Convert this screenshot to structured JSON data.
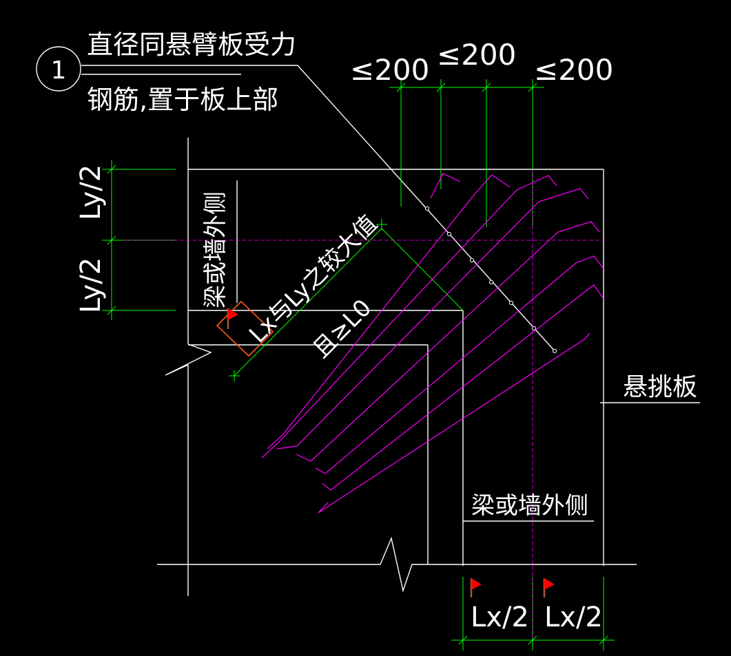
{
  "callout": {
    "number": "1",
    "line1": "直径同悬臂板受力",
    "line2": "钢筋,置于板上部"
  },
  "spacing": [
    "≤200",
    "≤200",
    "≤200"
  ],
  "dims": {
    "ly_half_top": "Ly/2",
    "ly_half_bottom": "Ly/2",
    "lx_half_left": "Lx/2",
    "lx_half_right": "Lx/2"
  },
  "labels": {
    "beam_wall_outer_vertical": "梁或墙外侧",
    "beam_wall_outer_horizontal": "梁或墙外侧",
    "cantilever_slab": "悬挑板",
    "lx_ly_max": "Lx与Ly之较大值",
    "length": "且≥L0"
  },
  "colors": {
    "background": "#000000",
    "outline": "#ffffff",
    "dimension": "#00ff00",
    "rebar": "#ff00ff",
    "flag": "#ff0000",
    "marker": "#ff5a1a"
  }
}
